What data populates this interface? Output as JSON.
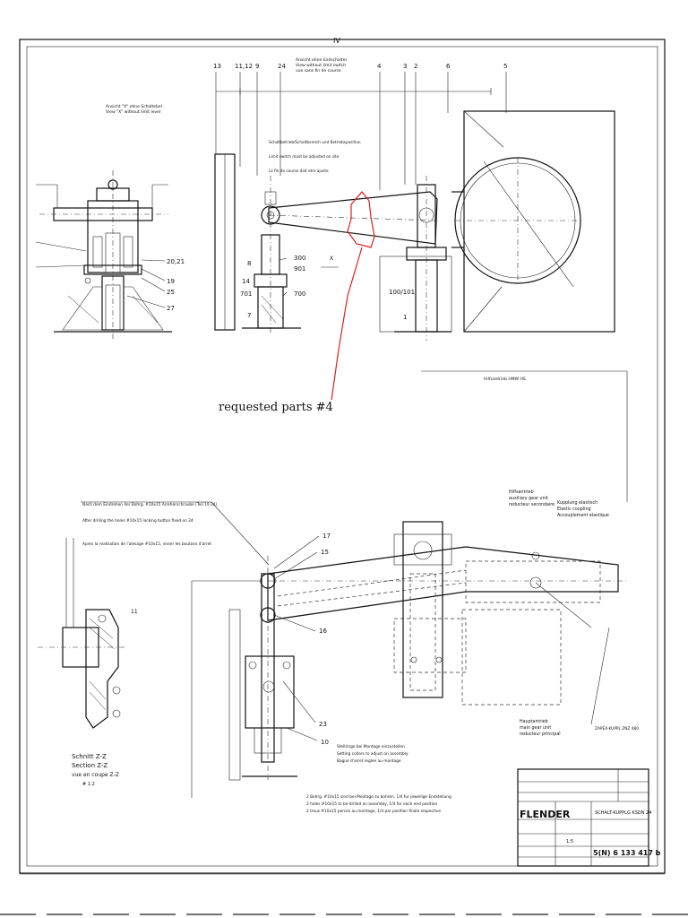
{
  "drawing": {
    "sheet_mark": "IV",
    "top_note": "Ansicht ohne Endschalter",
    "top_note_en": "View without limit switch",
    "top_note_fr": "vue sans fin de course",
    "view_x_de": "Ansicht \"X\" ohne Schaltebel",
    "view_x_en": "View \"X\" without limit lever",
    "callouts_top": [
      "13",
      "11,12",
      "9",
      "24",
      "4",
      "3",
      "2",
      "6",
      "5"
    ],
    "callouts_left_view": [
      "20,21",
      "19",
      "25",
      "27"
    ],
    "callouts_side": [
      "8",
      "300",
      "901",
      "14",
      "701",
      "700",
      "7",
      "100/101",
      "1"
    ],
    "view_x_marker": "X",
    "note_top_de": "Schaltbetrieb/Schaltbereich und Betriebsposition",
    "note_top_en": "Limit switch must be adjusted on site",
    "note_top_fr": "Le fin de course doit etre ajuste",
    "callouts_section": [
      "17",
      "15",
      "16",
      "23",
      "10",
      "11"
    ],
    "section_label_de": "Schnitt Z-Z",
    "section_label_en": "Section Z-Z",
    "section_label_fr": "vue en coupe Z-Z",
    "section_scale": "# 1:2",
    "note_left_de": "Nach dem Eindrehen der Bohrg. #10x15 Arretierschraube (Teil 19 24)",
    "note_left_en": "After drilling the holes #10x15 locking button fixed on 24",
    "note_left_fr": "Apres la realisation de l'alesage #10x15, visser les boutons d'arret",
    "note_mid_de": "Stellringe bei Montage einzustellen",
    "note_mid_en": "Setting collars to adjust on assembly",
    "note_mid_fr": "Bague d'arret reglee au montage",
    "note_bottom_de": "2 Bohrg. #10x15 sind bei Montage zu bohren, 1/4 fur jeweilige Endstellung",
    "note_bottom_en": "2 holes #10x15 to be drilled on assembly, 1/4 for each end position",
    "note_bottom_fr": "2 trous #10x15 perces au montage, 1/4 par position finale respective",
    "label_aux_unit_de": "Hilfsantrieb",
    "label_aux_unit_en": "auxiliary gear unit",
    "label_aux_unit_fr": "reducteur secondaire",
    "label_coupling_de": "Kupplung elastisch",
    "label_coupling_en": "Elastic coupling",
    "label_coupling_fr": "Accouplement elastique",
    "label_main_unit_de": "Hauptantrieb",
    "label_main_unit_en": "main gear unit",
    "label_main_unit_fr": "reducteur principal",
    "label_gear_ref": "Hilfsantrieb HMW HS",
    "label_motor_ref": "ZAPEX-KUPPL ZNZ 480"
  },
  "annotation": {
    "text": "requested parts #4",
    "color": "#e02020"
  },
  "title_block": {
    "company": "FLENDER",
    "title": "SCHALT-KUPPLG KSDN 24",
    "drawing_number": "5(N) 6 133 417 b",
    "scale": "1:5"
  }
}
